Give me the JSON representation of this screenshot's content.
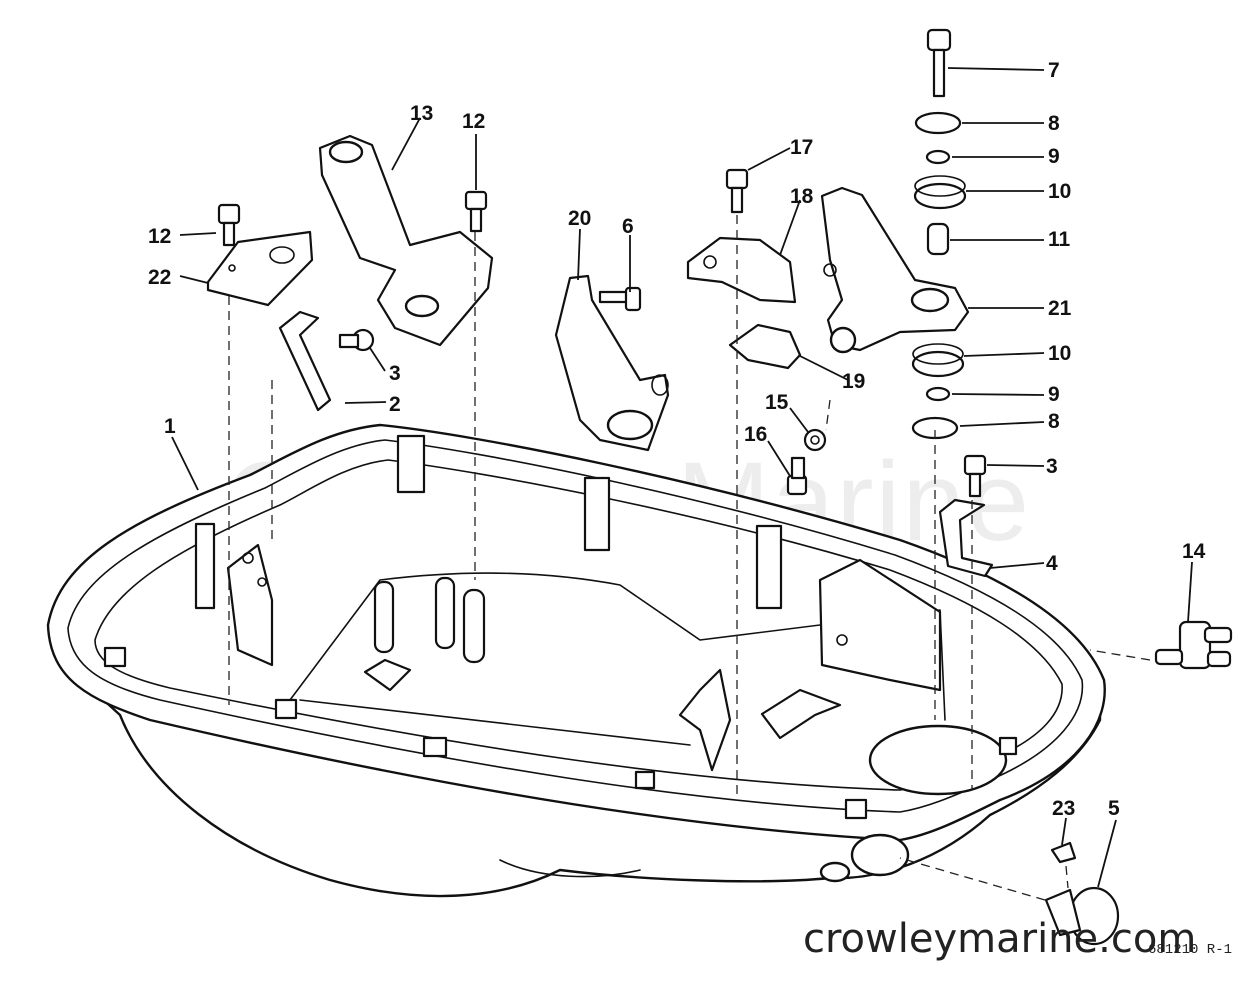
{
  "watermark": "Crowley Marine",
  "footer": {
    "site": "crowleymarine.com",
    "drawing_code": "681210 R-1"
  },
  "callouts": {
    "c1": "1",
    "c2": "2",
    "c3a": "3",
    "c3b": "3",
    "c4": "4",
    "c5": "5",
    "c6": "6",
    "c7": "7",
    "c8a": "8",
    "c8b": "8",
    "c9a": "9",
    "c9b": "9",
    "c10a": "10",
    "c10b": "10",
    "c11": "11",
    "c12a": "12",
    "c12b": "12",
    "c13": "13",
    "c14": "14",
    "c15": "15",
    "c16": "16",
    "c17": "17",
    "c18": "18",
    "c19": "19",
    "c20": "20",
    "c21": "21",
    "c22": "22",
    "c23": "23"
  }
}
